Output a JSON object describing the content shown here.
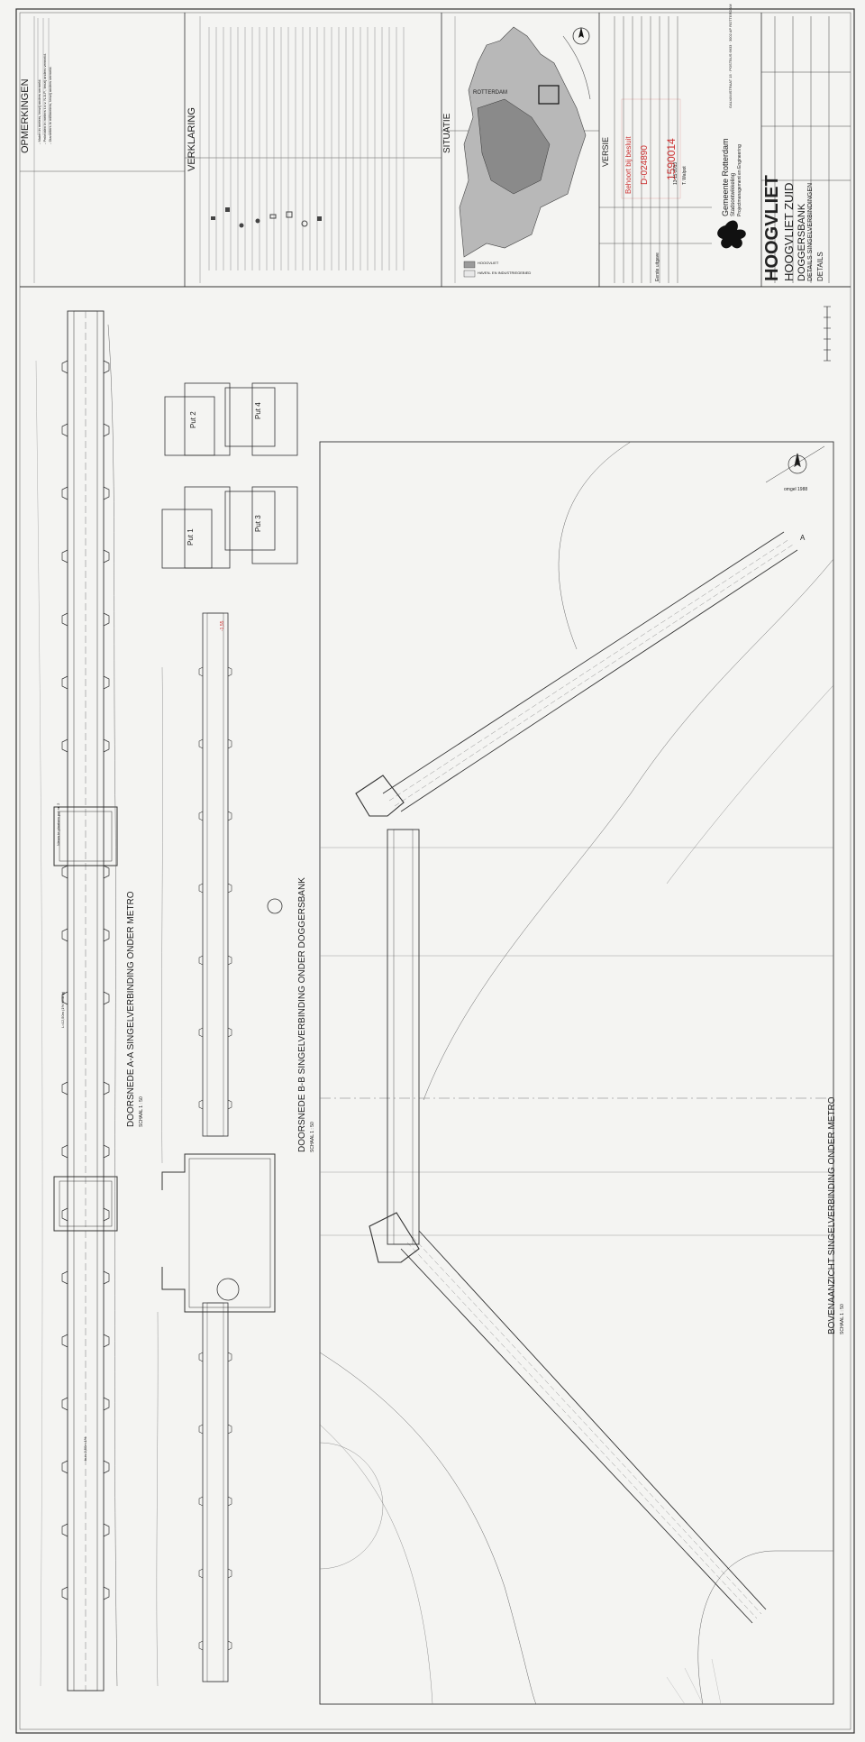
{
  "title_block": {
    "client": "Gemeente Rotterdam",
    "client_dept": "Stadsontwikkeling",
    "client_subdept": "Projectmanagement en Engineering",
    "project": "HOOGVLIET",
    "subproject": "HOOGVLIET ZUID",
    "location": "DOGGERSBANK",
    "drawing_subject": "DETAILS SINGELVERBINDINGEN",
    "drawing_type": "DETAILS",
    "versie_header": "VERSIE",
    "date_right": "13-11-2013",
    "drawn_by": "T. Walpot",
    "revision": "Eerste uitgave",
    "stamp_line1": "Behoort bij besluit",
    "stamp_line2": "D-024890",
    "stamp_line3": "1590014",
    "address": "GALVANISTRAAT 15 · POSTBUS 6633 · 3002 AP ROTTERDAM"
  },
  "panels": {
    "opmerkingen_title": "OPMERKINGEN",
    "opmerkingen_notes": [
      "- Maten in meters, tenzij anders vermeld.",
      "- Peilmaten in meters t.o.v. N.A.P., tenzij anders vermeld.",
      "- Diameters in millimeters, tenzij anders vermeld."
    ],
    "verklaring_title": "VERKLARING",
    "situatie_title": "SITUATIE",
    "situatie_city": "ROTTERDAM",
    "legend_hoogvliet": "HOOGVLIET",
    "legend_bestemming": "HAVEN- EN INDUSTRIEGEBIED"
  },
  "sections": {
    "aa_title": "DOORSNEDE A-A SINGELVERBINDING ONDER METRO",
    "aa_scale": "SCHAAL 1 : 50",
    "bb_title": "DOORSNEDE B-B SINGELVERBINDING ONDER DOGGERSBANK",
    "bb_scale": "SCHAAL 1 : 50",
    "plan_title": "BOVENAANZICHT SINGELVERBINDING ONDER METRO",
    "plan_scale": "SCHAAL 1 : 50",
    "put_labels": [
      "Put 1",
      "Put 2",
      "Put 3",
      "Put 4"
    ],
    "nieuw_put_note": "Nieuw te plaatsen put nr. 2",
    "pipe_label": "buis 2,50m 1%",
    "section_marker": "A",
    "plan_angle": "omgel 1988",
    "level_label": "-1,55",
    "length_note": "L=12,50m (1% helling)"
  }
}
